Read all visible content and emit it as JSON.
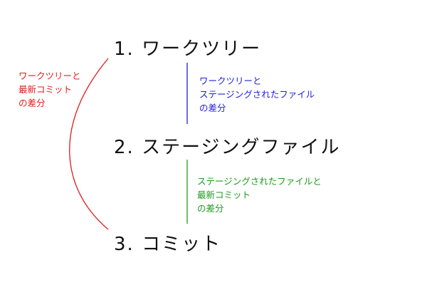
{
  "nodes": [
    {
      "num": "1.",
      "label": "ワークツリー"
    },
    {
      "num": "2.",
      "label": "ステージングファイル"
    },
    {
      "num": "3.",
      "label": "コミット"
    }
  ],
  "notes": {
    "worktree_vs_commit": {
      "color": "#e01b1b",
      "lines": [
        "ワークツリーと",
        "最新コミット",
        "の差分"
      ]
    },
    "worktree_vs_staging": {
      "color": "#1f1fd6",
      "lines": [
        "ワークツリーと",
        "ステージングされたファイル",
        "の差分"
      ]
    },
    "staging_vs_commit": {
      "color": "#1e9a1e",
      "lines": [
        "ステージングされたファイルと",
        "最新コミット",
        "の差分"
      ]
    }
  }
}
